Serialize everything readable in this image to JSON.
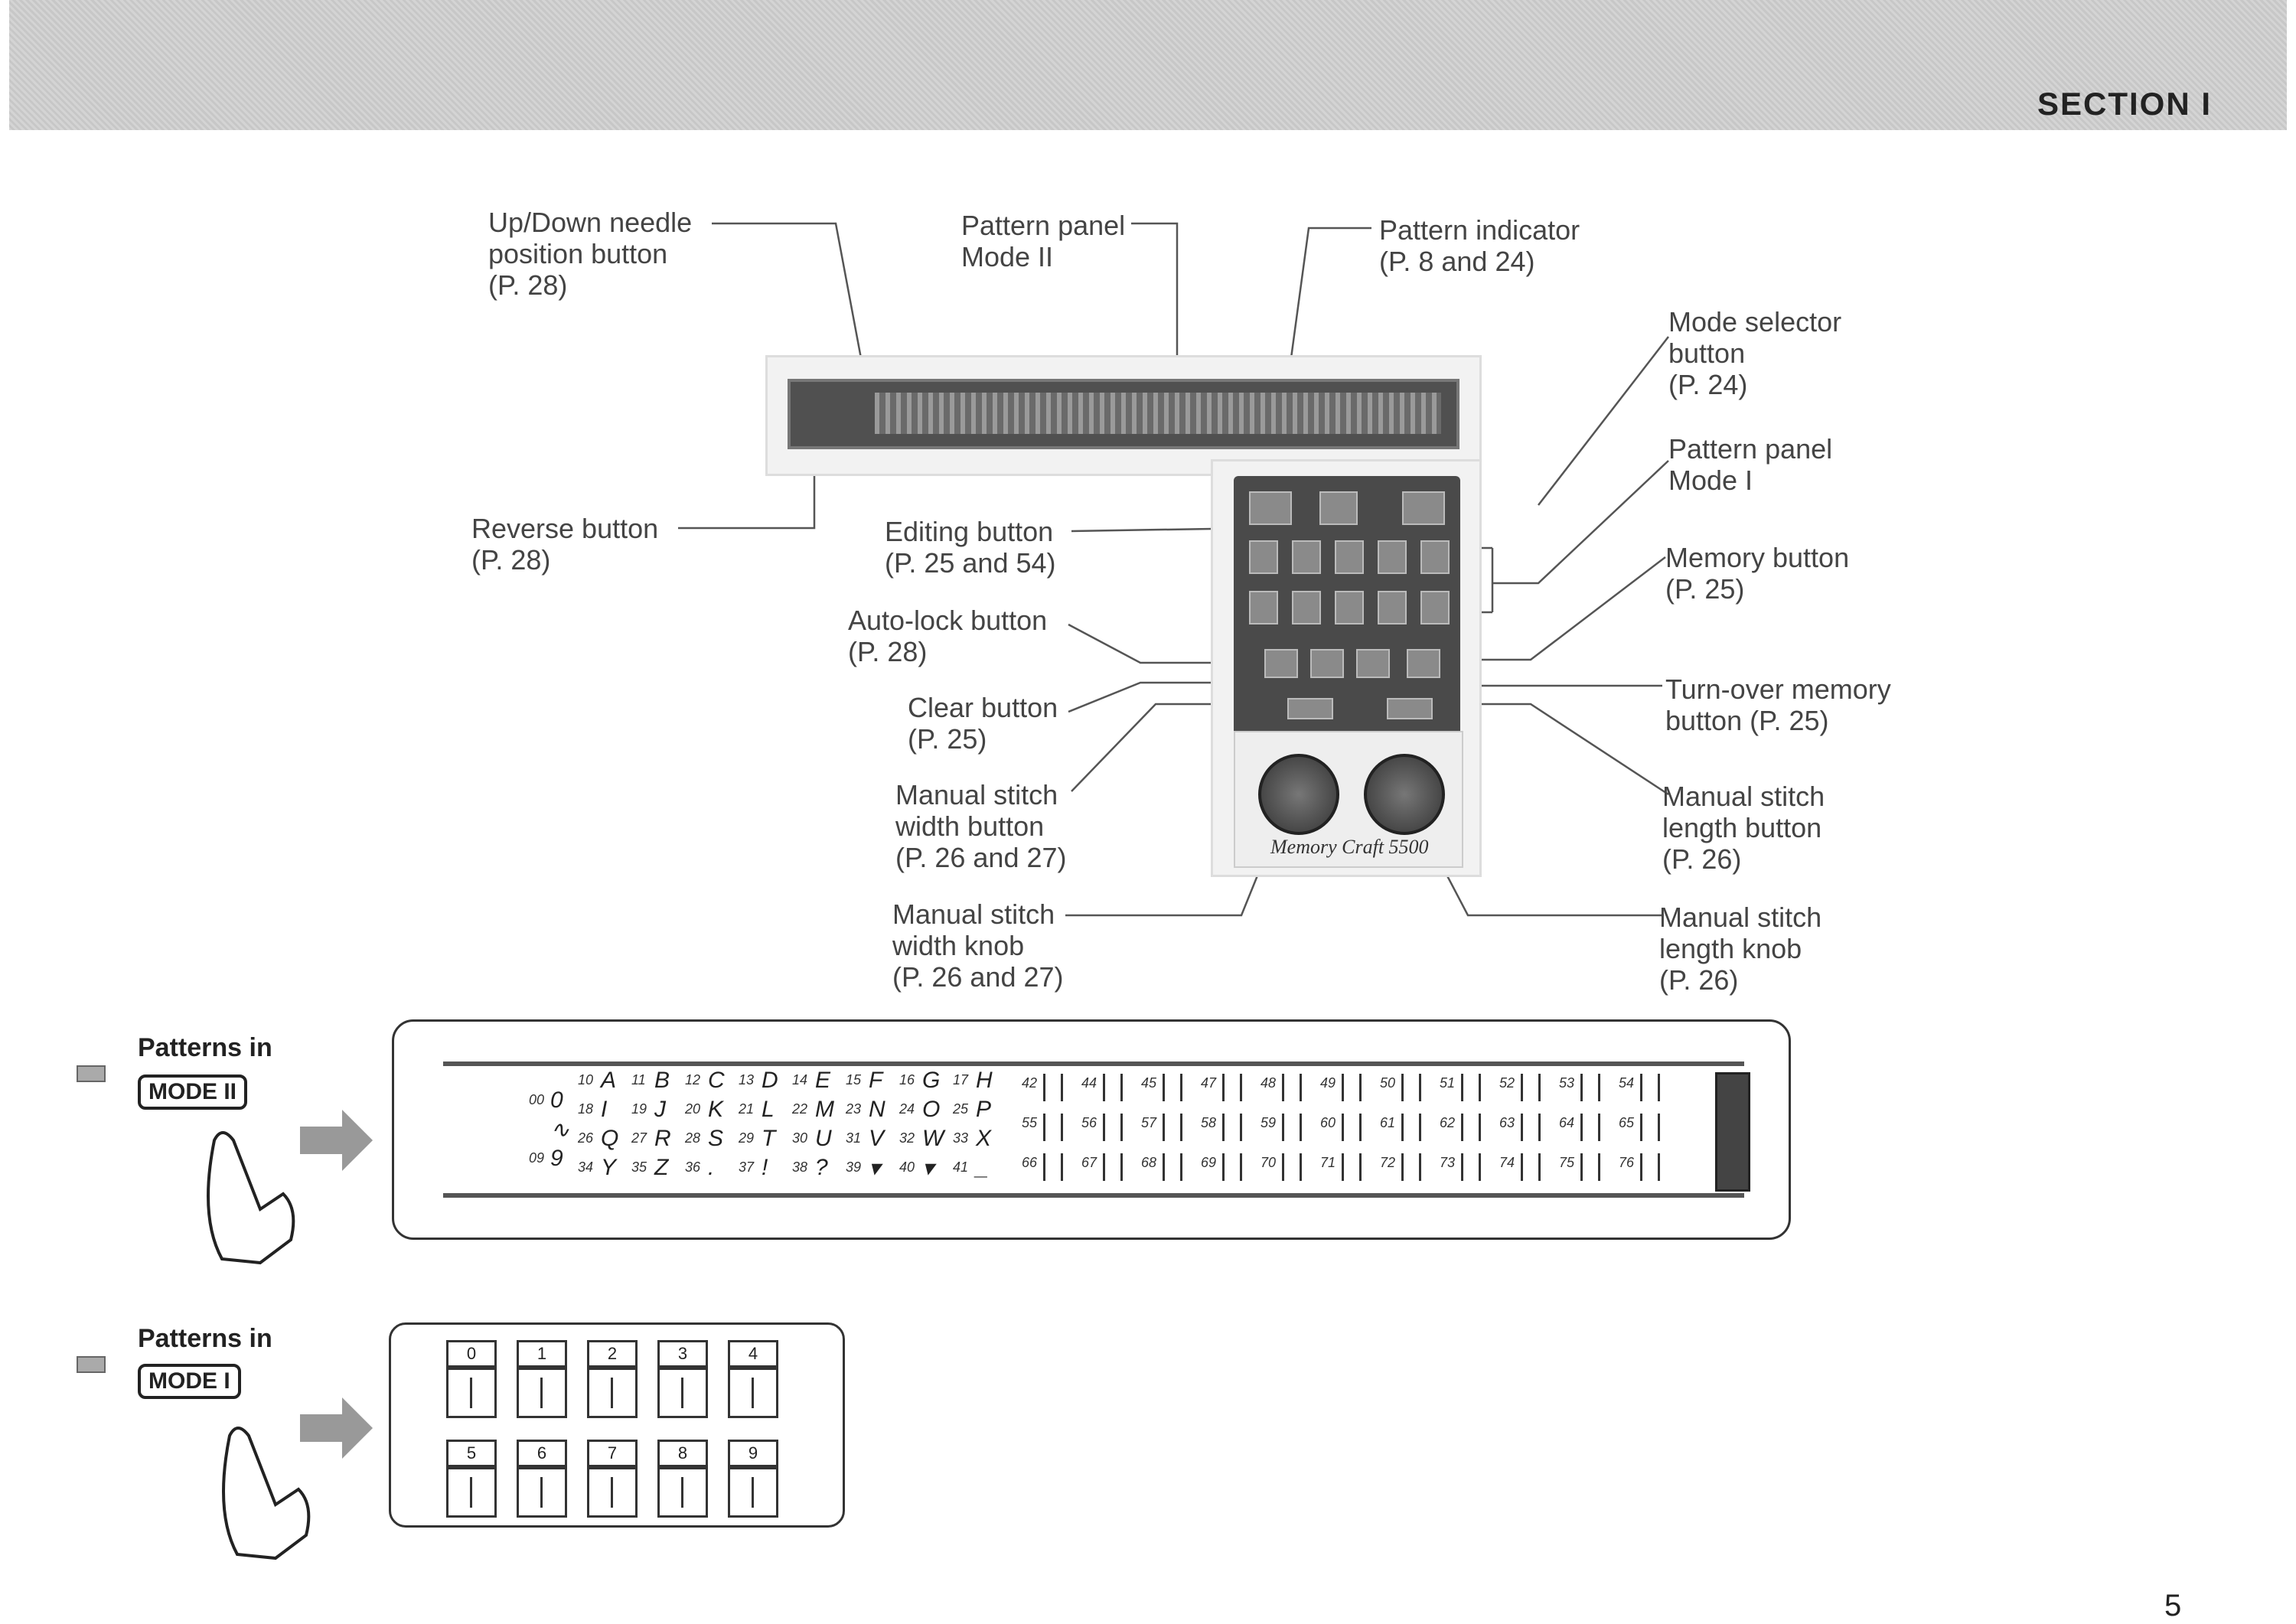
{
  "header": {
    "section": "SECTION  I"
  },
  "labels": {
    "up_down_needle": "Up/Down needle\nposition button\n(P. 28)",
    "pattern_panel_mode2": "Pattern panel\nMode II",
    "pattern_indicator": "Pattern indicator\n(P. 8 and 24)",
    "mode_selector": "Mode selector\nbutton\n(P. 24)",
    "pattern_panel_mode1": "Pattern panel\nMode I",
    "memory_button": "Memory button\n(P. 25)",
    "reverse_button": "Reverse button\n(P. 28)",
    "editing_button": "Editing button\n(P. 25 and 54)",
    "auto_lock_button": "Auto-lock button\n(P. 28)",
    "clear_button": "Clear button\n(P. 25)",
    "turn_over_memory": "Turn-over memory\nbutton (P. 25)",
    "manual_width_button": "Manual stitch\nwidth button\n(P. 26 and 27)",
    "manual_length_button": "Manual stitch\nlength button\n(P. 26)",
    "manual_width_knob": "Manual stitch\nwidth knob\n(P. 26 and 27)",
    "manual_length_knob": "Manual stitch\nlength knob\n(P. 26)"
  },
  "machine": {
    "brand": "Memory Craft 5500"
  },
  "mode2": {
    "label": "Patterns in",
    "button": "MODE II",
    "letter_cells": [
      [
        "10",
        "A"
      ],
      [
        "11",
        "B"
      ],
      [
        "12",
        "C"
      ],
      [
        "13",
        "D"
      ],
      [
        "14",
        "E"
      ],
      [
        "15",
        "F"
      ],
      [
        "16",
        "G"
      ],
      [
        "17",
        "H"
      ],
      [
        "18",
        "I"
      ],
      [
        "19",
        "J"
      ],
      [
        "20",
        "K"
      ],
      [
        "21",
        "L"
      ],
      [
        "22",
        "M"
      ],
      [
        "23",
        "N"
      ],
      [
        "24",
        "O"
      ],
      [
        "25",
        "P"
      ],
      [
        "26",
        "Q"
      ],
      [
        "27",
        "R"
      ],
      [
        "28",
        "S"
      ],
      [
        "29",
        "T"
      ],
      [
        "30",
        "U"
      ],
      [
        "31",
        "V"
      ],
      [
        "32",
        "W"
      ],
      [
        "33",
        "X"
      ],
      [
        "34",
        "Y"
      ],
      [
        "35",
        "Z"
      ],
      [
        "36",
        "."
      ],
      [
        "37",
        "!"
      ],
      [
        "38",
        "?"
      ],
      [
        "39",
        "▾"
      ],
      [
        "40",
        "▾"
      ],
      [
        "41",
        "_"
      ]
    ],
    "digit_cells": [
      [
        "00",
        "0"
      ],
      [
        "",
        "∿"
      ],
      [
        "09",
        "9"
      ]
    ],
    "stitch_numbers": [
      "42",
      "44",
      "45",
      "47",
      "48",
      "49",
      "50",
      "51",
      "52",
      "53",
      "54",
      "55",
      "56",
      "57",
      "58",
      "59",
      "60",
      "61",
      "62",
      "63",
      "64",
      "65",
      "66",
      "67",
      "68",
      "69",
      "70",
      "71",
      "72",
      "73",
      "74",
      "75",
      "76"
    ]
  },
  "mode1": {
    "label": "Patterns in",
    "button": "MODE I",
    "numbers": [
      "0",
      "1",
      "2",
      "3",
      "4",
      "5",
      "6",
      "7",
      "8",
      "9"
    ]
  },
  "page_number": "5"
}
